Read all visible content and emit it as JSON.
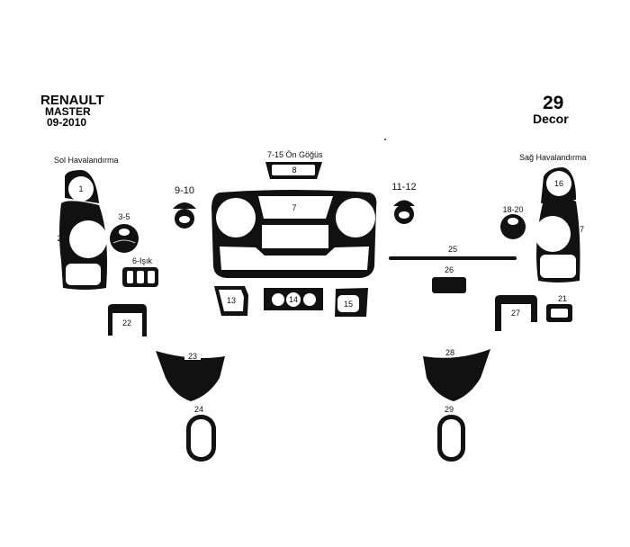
{
  "header": {
    "make": "RENAULT",
    "model": "MASTER",
    "year": "09-2010",
    "count": "29",
    "type": "Decor"
  },
  "sections": {
    "left_vent": "Sol Havalandırma",
    "front_console": "7-15 Ön Göğüs",
    "right_vent": "Sağ Havalandırma"
  },
  "parts": {
    "p1": "1",
    "p2": "2",
    "p3_5": "3-5",
    "p6": "6-Işık",
    "p7": "7",
    "p8": "8",
    "p9_10": "9-10",
    "p11_12": "11-12",
    "p13": "13",
    "p14": "14",
    "p15": "15",
    "p16": "16",
    "p17": "17",
    "p18_20": "18-20",
    "p21": "21",
    "p22": "22",
    "p23": "23",
    "p24": "24",
    "p25": "25",
    "p26": "26",
    "p27": "27",
    "p28": "28",
    "p29": "29"
  },
  "colors": {
    "part": "#111111",
    "background": "#ffffff"
  }
}
